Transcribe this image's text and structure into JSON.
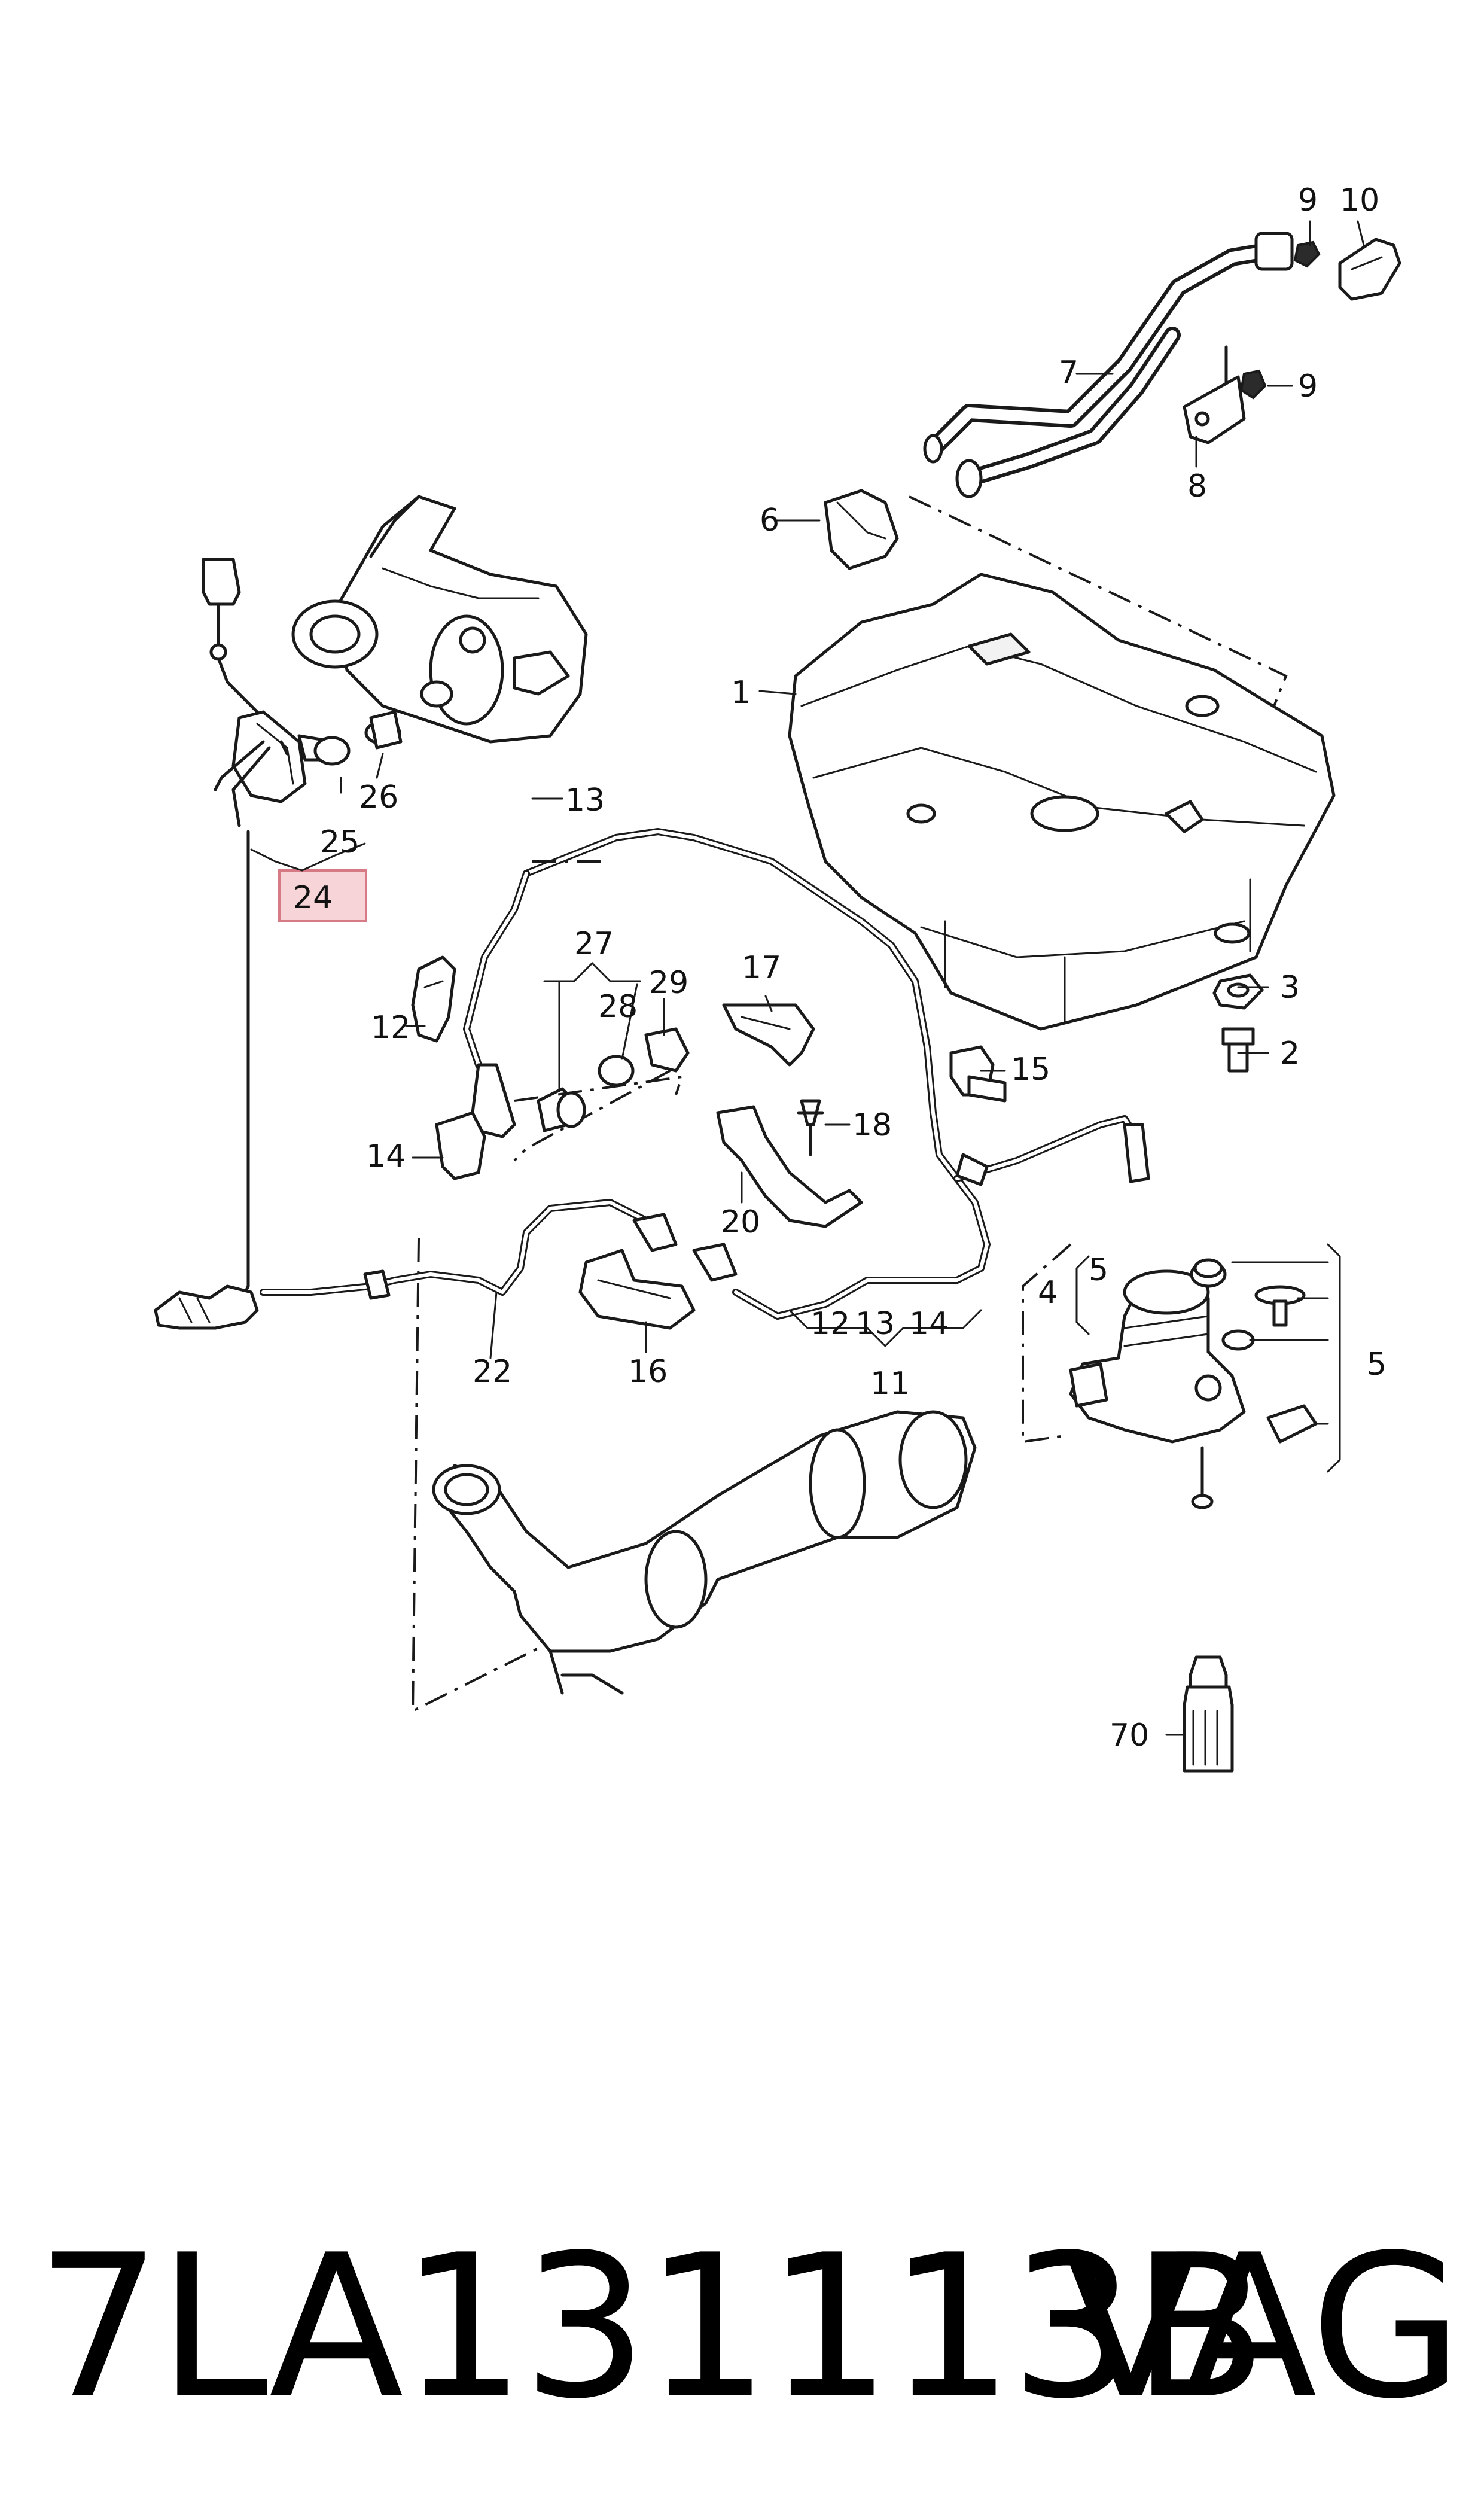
{
  "labels": {
    "l1": "1",
    "l2": "2",
    "l3": "3",
    "l4": "4",
    "l5a": "5",
    "l5b": "5",
    "l6": "6",
    "l7": "7",
    "l8": "8",
    "l9a": "9",
    "l9b": "9",
    "l10": "10",
    "l11": "11",
    "l12a": "12",
    "l12b": "12",
    "l13a": "13",
    "l13b": "13",
    "l14a": "14",
    "l14b": "14",
    "l15": "15",
    "l16": "16",
    "l17": "17",
    "l18": "18",
    "l20": "20",
    "l22": "22",
    "l24": "24",
    "l25": "25",
    "l26": "26",
    "l27": "27",
    "l28": "28",
    "l29": "29",
    "l70": "70"
  },
  "footer": {
    "part_number": "7LA131113B",
    "brand": "VAG"
  },
  "colors": {
    "highlight_fill": "#f6d4d8",
    "highlight_border": "#d67a86"
  }
}
